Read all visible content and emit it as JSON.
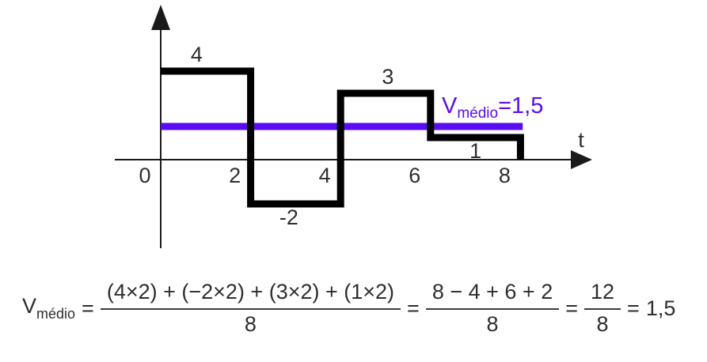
{
  "chart_data": {
    "type": "step-line",
    "title": "",
    "xlabel": "t",
    "ylabel": "",
    "x_ticks": [
      0,
      2,
      4,
      6,
      8
    ],
    "x_tick_labels": [
      "0",
      "2",
      "4",
      "6",
      "8"
    ],
    "xlim": [
      0,
      9.5
    ],
    "ylim": [
      -4,
      7
    ],
    "grid": false,
    "legend": false,
    "segments": [
      {
        "from": 0,
        "to": 2,
        "value": 4,
        "label": "4",
        "label_x": 0.8,
        "label_pos": "above"
      },
      {
        "from": 2,
        "to": 4,
        "value": -2,
        "label": "-2",
        "label_x": 2.85,
        "label_pos": "below"
      },
      {
        "from": 4,
        "to": 6,
        "value": 3,
        "label": "3",
        "label_x": 5.05,
        "label_pos": "above"
      },
      {
        "from": 6,
        "to": 8,
        "value": 1,
        "label": "1",
        "label_x": 7.0,
        "label_pos": "below"
      }
    ],
    "wave_end_drop_to": 0,
    "average_line": {
      "value": 1.5,
      "from": 0,
      "to": 8.05,
      "color": "#5a0df2",
      "label_v": "V",
      "label_sub": "médio",
      "label_eq": "=1,5"
    },
    "colors": {
      "wave": "#000000",
      "axis": "#1a1a1a",
      "text": "#2e2e2e"
    }
  },
  "formula": {
    "lhs_v": "V",
    "lhs_sub": "médio",
    "eq1": "=",
    "frac1_num": "(4×2) + (−2×2) + (3×2) + (1×2)",
    "frac1_den": "8",
    "eq2": "=",
    "frac2_num": "8 − 4 + 6 + 2",
    "frac2_den": "8",
    "eq3": "=",
    "frac3_num": "12",
    "frac3_den": "8",
    "eq4": "=",
    "result": "1,5"
  }
}
